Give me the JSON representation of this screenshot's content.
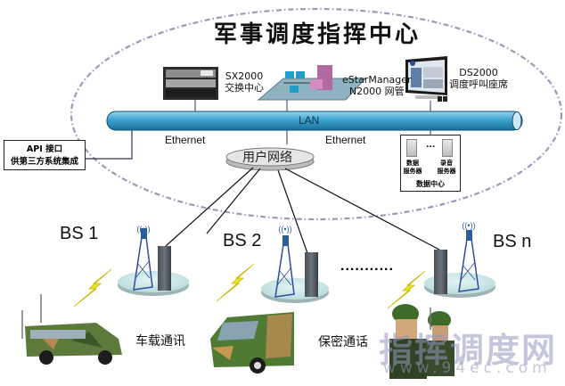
{
  "diagram": {
    "title": "军事调度指挥中心",
    "nodes": {
      "sx2000": {
        "line1": "SX2000",
        "line2": "交换中心"
      },
      "estar": {
        "line1": "eStarManager",
        "line2": "N2000 网管"
      },
      "ds2000": {
        "line1": "DS2000",
        "line2": "调度呼叫座席"
      },
      "lan": {
        "label": "LAN"
      },
      "ethernet_left": {
        "label": "Ethernet"
      },
      "ethernet_right": {
        "label": "Ethernet"
      },
      "user_network": {
        "label": "用户网络"
      },
      "api": {
        "line1": "API 接口",
        "line2": "供第三方系统集成"
      },
      "datacenter": {
        "server1_line1": "数据",
        "server1_line2": "服务器",
        "ellipsis": "...",
        "server2_line1": "录音",
        "server2_line2": "服务器",
        "title": "数据中心"
      }
    },
    "base_stations": [
      {
        "label": "BS 1"
      },
      {
        "label": "BS 2"
      },
      {
        "label": "BS n"
      }
    ],
    "between_bs": "...........",
    "captions": {
      "vehicle": "车载通讯",
      "secure": "保密通话"
    },
    "watermark": {
      "line1": "指挥调度网",
      "line2": "www.94ec.com"
    }
  }
}
